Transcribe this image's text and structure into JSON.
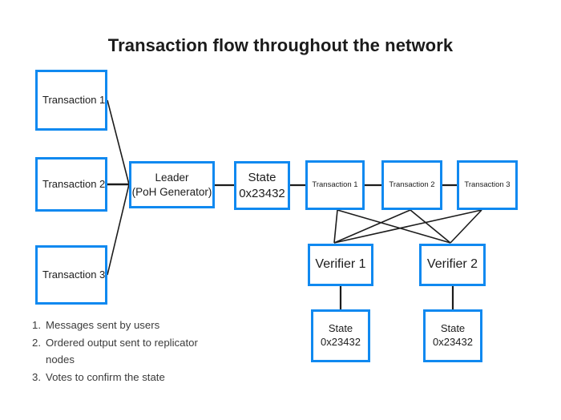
{
  "diagram": {
    "title": "Transaction flow throughout the network",
    "accent_color": "#1089f0",
    "line_color": "#1c1c1c",
    "text_color": "#1c1c1c",
    "background": "#ffffff"
  },
  "nodes": {
    "tx1_left": {
      "label": "Transaction 1"
    },
    "tx2_left": {
      "label": "Transaction 2"
    },
    "tx3_left": {
      "label": "Transaction 3"
    },
    "leader": {
      "line1": "Leader",
      "line2": "(PoH Generator)"
    },
    "state_top": {
      "line1": "State",
      "line2": "0x23432"
    },
    "tx1_chain": {
      "label": "Transaction 1"
    },
    "tx2_chain": {
      "label": "Transaction 2"
    },
    "tx3_chain": {
      "label": "Transaction 3"
    },
    "verifier1": {
      "label": "Verifier 1"
    },
    "verifier2": {
      "label": "Verifier 2"
    },
    "state_v1": {
      "line1": "State",
      "line2": "0x23432"
    },
    "state_v2": {
      "line1": "State",
      "line2": "0x23432"
    }
  },
  "legend": {
    "items": [
      {
        "num": "1.",
        "text": "Messages sent by users"
      },
      {
        "num": "2.",
        "text": "Ordered output sent to replicator nodes"
      },
      {
        "num": "3.",
        "text": "Votes to confirm the state"
      }
    ]
  }
}
